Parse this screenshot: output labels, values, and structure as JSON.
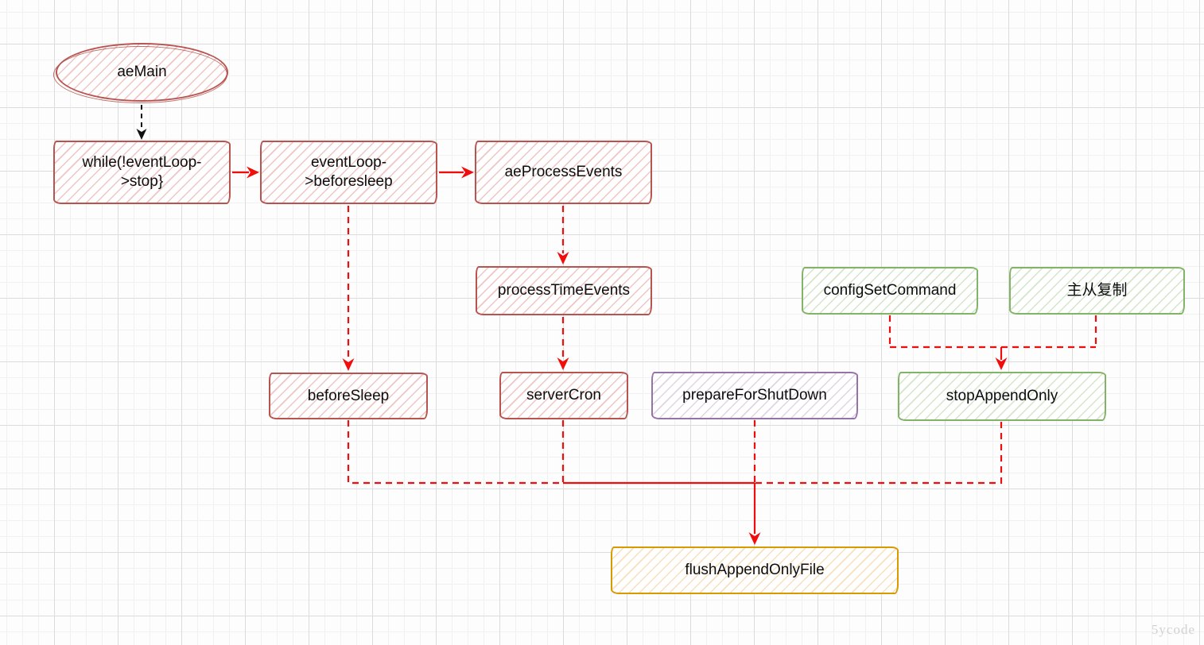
{
  "diagram": {
    "title_hint": "Redis AOF / event loop call flowchart",
    "nodes": {
      "aeMain": {
        "label": "aeMain"
      },
      "whileLoop": {
        "lines": [
          "while(!eventLoop-",
          ">stop}"
        ]
      },
      "beforesleepCall": {
        "lines": [
          "eventLoop-",
          ">beforesleep"
        ]
      },
      "aeProcessEvents": {
        "label": "aeProcessEvents"
      },
      "processTimeEvents": {
        "label": "processTimeEvents"
      },
      "beforeSleep": {
        "label": "beforeSleep"
      },
      "serverCron": {
        "label": "serverCron"
      },
      "prepareForShutDown": {
        "label": "prepareForShutDown"
      },
      "stopAppendOnly": {
        "label": "stopAppendOnly"
      },
      "configSetCommand": {
        "label": "configSetCommand"
      },
      "replication": {
        "label": "主从复制"
      },
      "flushAppendOnlyFile": {
        "label": "flushAppendOnlyFile"
      }
    },
    "colors": {
      "red_border": "#b85450",
      "green_border": "#82b366",
      "purple_border": "#9673a6",
      "orange_border": "#d79b00",
      "arrow_red": "#f20d0d",
      "arrow_black": "#111111",
      "grid_major": "#dcdcdc",
      "grid_minor": "#f1f1f1"
    }
  },
  "watermark": {
    "text": "5ycode"
  }
}
